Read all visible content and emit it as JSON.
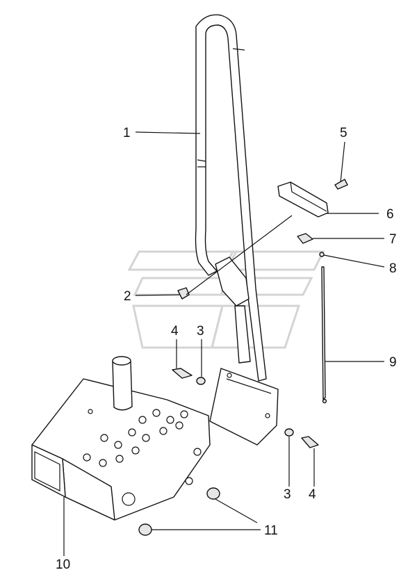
{
  "diagram": {
    "type": "exploded-parts-drawing",
    "callouts": [
      {
        "id": "c1",
        "label": "1"
      },
      {
        "id": "c2",
        "label": "2"
      },
      {
        "id": "c3a",
        "label": "3"
      },
      {
        "id": "c3b",
        "label": "3"
      },
      {
        "id": "c4a",
        "label": "4"
      },
      {
        "id": "c4b",
        "label": "4"
      },
      {
        "id": "c5",
        "label": "5"
      },
      {
        "id": "c6",
        "label": "6"
      },
      {
        "id": "c7",
        "label": "7"
      },
      {
        "id": "c8",
        "label": "8"
      },
      {
        "id": "c9",
        "label": "9"
      },
      {
        "id": "c10",
        "label": "10"
      },
      {
        "id": "c11",
        "label": "11"
      }
    ]
  }
}
